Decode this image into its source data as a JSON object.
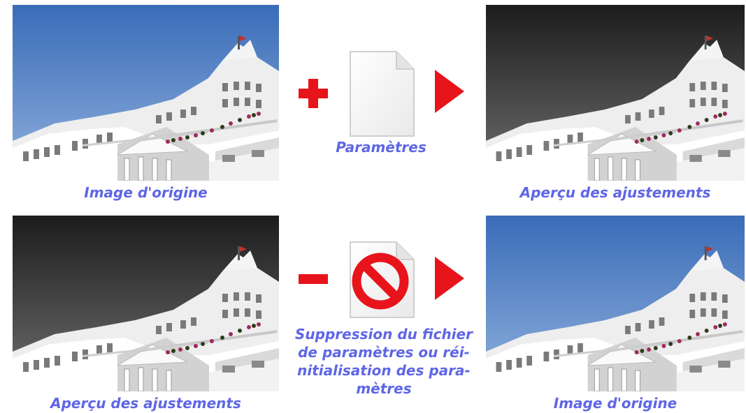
{
  "captions": {
    "original_image_1": "Image d'origine",
    "adjustments_preview_1": "Aperçu des ajustements",
    "settings_file": "Paramètres",
    "adjustments_preview_2": "Aperçu des ajustements",
    "delete_or_reset": "Suppression du fichier de paramètres ou réi-nitialisation des para-mètres",
    "original_image_2": "Image d'origine"
  },
  "colors": {
    "caption": "#5f66e6",
    "symbol_red": "#e8141b",
    "sky_blue_top": "#3d6fb9",
    "sky_blue_bottom": "#8fb0dc",
    "sky_gray_top": "#1f1f1f",
    "sky_gray_bottom": "#6a6a6a"
  },
  "icons": {
    "plus": "plus-icon",
    "minus": "minus-icon",
    "arrow": "play-arrow-icon",
    "document": "document-icon",
    "prohibited": "prohibited-icon"
  }
}
